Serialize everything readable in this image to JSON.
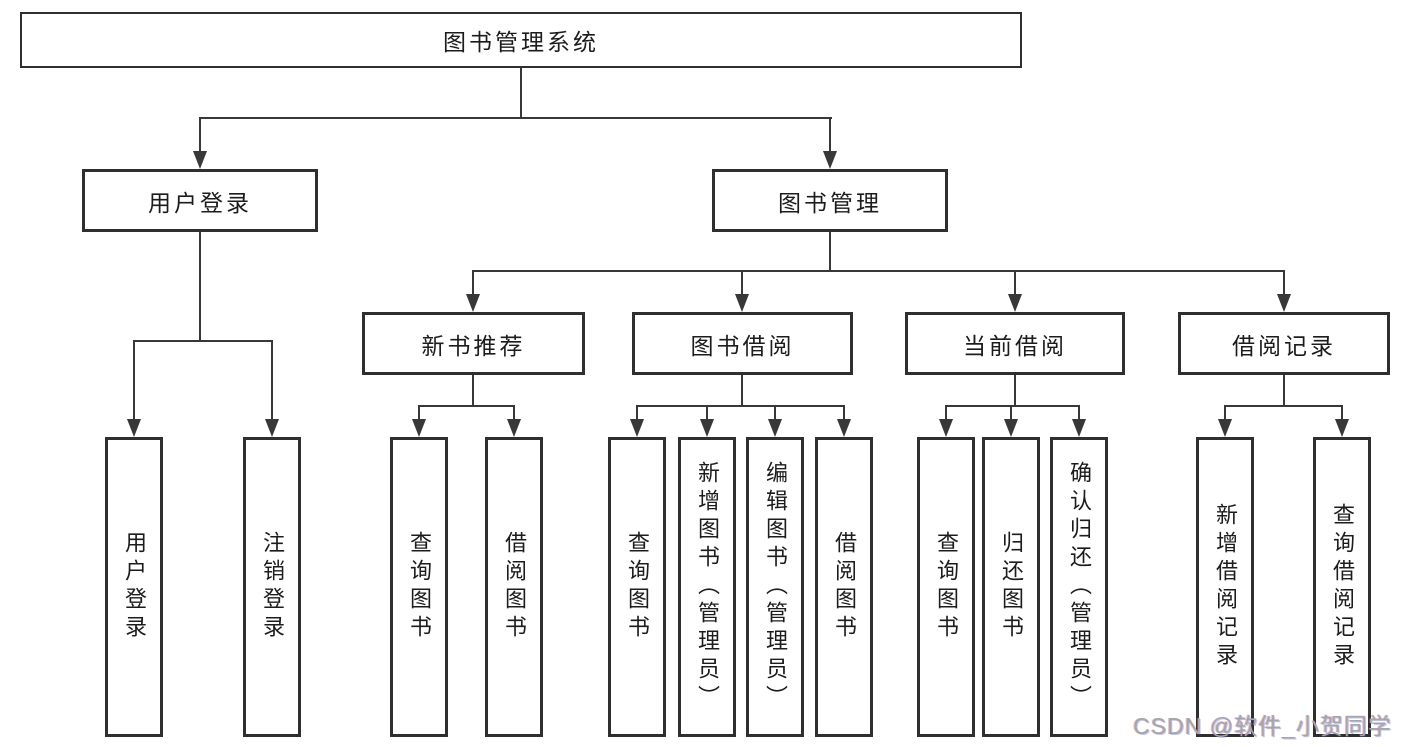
{
  "nodes": {
    "root": {
      "label": "图书管理系统"
    },
    "user_login": {
      "label": "用户登录"
    },
    "book_mgmt": {
      "label": "图书管理"
    },
    "new_book_rec": {
      "label": "新书推荐"
    },
    "book_borrow": {
      "label": "图书借阅"
    },
    "current_borrow": {
      "label": "当前借阅"
    },
    "borrow_records": {
      "label": "借阅记录"
    },
    "leaf_user_login": {
      "label": "用户登录"
    },
    "leaf_logout": {
      "label": "注销登录"
    },
    "leaf_query_books_1": {
      "label": "查询图书"
    },
    "leaf_borrow_books_1": {
      "label": "借阅图书"
    },
    "leaf_query_books_2": {
      "label": "查询图书"
    },
    "leaf_add_book": {
      "label": "新增图书（管理员）"
    },
    "leaf_edit_book": {
      "label": "编辑图书（管理员）"
    },
    "leaf_borrow_books_2": {
      "label": "借阅图书"
    },
    "leaf_query_books_3": {
      "label": "查询图书"
    },
    "leaf_return_book": {
      "label": "归还图书"
    },
    "leaf_confirm_return": {
      "label": "确认归还（管理员）"
    },
    "leaf_add_borrow_rec": {
      "label": "新增借阅记录"
    },
    "leaf_query_borrow_rec": {
      "label": "查询借阅记录"
    }
  },
  "watermark": {
    "text": "CSDN @软件_小贺同学"
  },
  "colors": {
    "line": "#383838",
    "box_border": "#2f2f2f",
    "text": "#1c1c1c",
    "watermark": "#a6a6a6",
    "background": "#ffffff"
  }
}
